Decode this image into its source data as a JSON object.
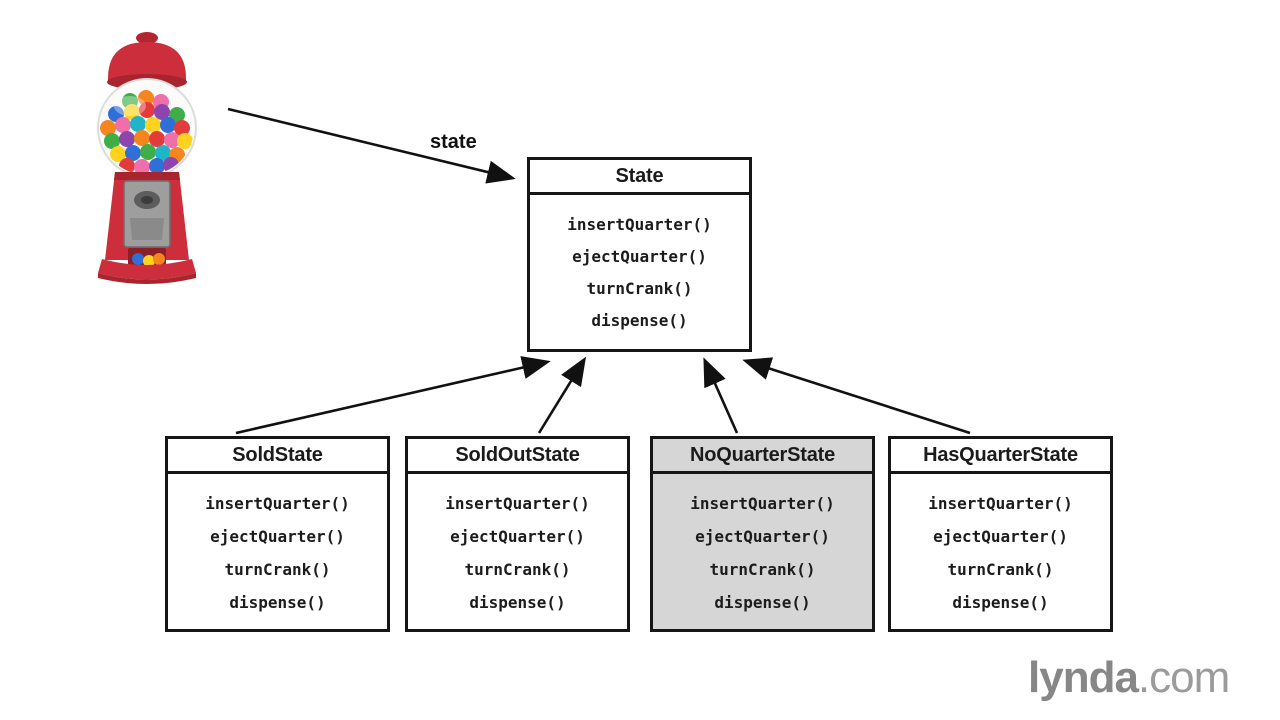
{
  "diagram": {
    "association_label": "state",
    "state_class": {
      "title": "State",
      "methods": [
        "insertQuarter()",
        "ejectQuarter()",
        "turnCrank()",
        "dispense()"
      ]
    },
    "subclasses": [
      {
        "title": "SoldState",
        "highlighted": false,
        "methods": [
          "insertQuarter()",
          "ejectQuarter()",
          "turnCrank()",
          "dispense()"
        ]
      },
      {
        "title": "SoldOutState",
        "highlighted": false,
        "methods": [
          "insertQuarter()",
          "ejectQuarter()",
          "turnCrank()",
          "dispense()"
        ]
      },
      {
        "title": "NoQuarterState",
        "highlighted": true,
        "methods": [
          "insertQuarter()",
          "ejectQuarter()",
          "turnCrank()",
          "dispense()"
        ]
      },
      {
        "title": "HasQuarterState",
        "highlighted": false,
        "methods": [
          "insertQuarter()",
          "ejectQuarter()",
          "turnCrank()",
          "dispense()"
        ]
      }
    ],
    "colors": {
      "box_border": "#161616",
      "highlight_background": "#d6d6d6",
      "arrow": "#111111"
    }
  },
  "illustration": {
    "name": "gumball-machine-photo",
    "machine_red": "#cc2f3b"
  },
  "branding": {
    "logo_primary": "lynda",
    "logo_suffix": ".com",
    "logo_primary_color": "#878787",
    "logo_suffix_color": "#9b9b9b"
  }
}
